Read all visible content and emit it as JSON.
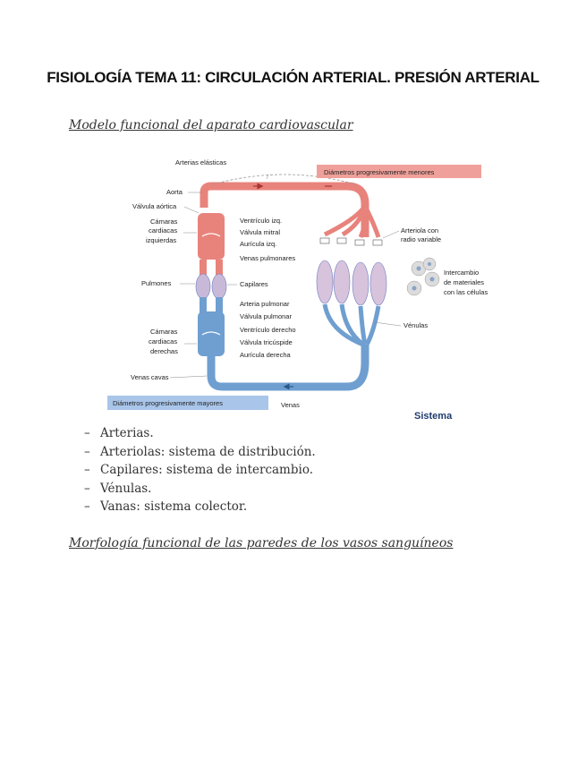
{
  "title": "FISIOLOGÍA TEMA 11: CIRCULACIÓN ARTERIAL. PRESIÓN ARTERIAL",
  "section1": {
    "heading": "Modelo funcional del aparato cardiovascular"
  },
  "diagram": {
    "labels": {
      "arterias_elasticas": "Arterias elásticas",
      "diametros_menores": "Diámetros progresivamente menores",
      "aorta": "Aorta",
      "valvula_aortica": "Válvula aórtica",
      "camaras_izq": [
        "Cámaras",
        "cardiacas",
        "izquierdas"
      ],
      "ventriculo_izq": "Ventrículo izq.",
      "valvula_mitral": "Válvula mitral",
      "auricula_izq": "Aurícula izq.",
      "venas_pulmonares": "Venas pulmonares",
      "pulmones": "Pulmones",
      "capilares": "Capilares",
      "arteria_pulmonar": "Arteria pulmonar",
      "valvula_pulmonar": "Válvula pulmonar",
      "camaras_der": [
        "Cámaras",
        "cardiacas",
        "derechas"
      ],
      "ventriculo_derecho": "Ventrículo derecho",
      "valvula_tricuspide": "Válvula tricúspide",
      "auricula_derecha": "Aurícula derecha",
      "venas_cavas": "Venas cavas",
      "diametros_mayores": "Diámetros progresivamente mayores",
      "venas": "Venas",
      "arteriola": [
        "Arteriola con",
        "radio variable"
      ],
      "intercambio": [
        "Intercambio",
        "de materiales",
        "con las células"
      ],
      "venulas": "Vénulas",
      "sistema": "Sistema"
    },
    "colors": {
      "artery": "#e8837c",
      "vein": "#6f9fd0",
      "label_red_bg": "#f0a09a",
      "label_blue_bg": "#a9c6ea"
    }
  },
  "list": {
    "items": [
      "Arterias.",
      "Arteriolas: sistema de distribución.",
      "Capilares: sistema de intercambio.",
      "Vénulas.",
      "Vanas: sistema colector."
    ]
  },
  "section2": {
    "heading": "Morfología funcional de las paredes de los vasos sanguíneos"
  }
}
